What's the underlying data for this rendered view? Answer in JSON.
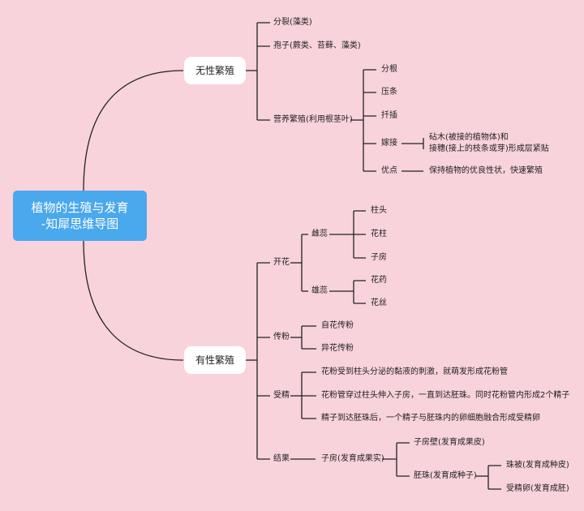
{
  "root": {
    "line1": "植物的生殖与发育",
    "line2": "-知犀思维导图"
  },
  "asexual": {
    "label": "无性繁殖",
    "fission": "分裂(藻类)",
    "spore": "孢子(蕨类、苔藓、藻类)",
    "vegetative": {
      "label": "营养繁殖(利用根茎叶)",
      "items": [
        "分根",
        "压条",
        "扦插",
        "嫁接",
        "优点"
      ],
      "graft_note_1": "砧木(被接的植物体)和",
      "graft_note_2": "接穗(接上的枝条或芽)形成层紧贴",
      "advantage_note": "保持植物的优良性状，快速繁殖"
    }
  },
  "sexual": {
    "label": "有性繁殖",
    "flowering": {
      "label": "开花",
      "pistil": {
        "label": "雌蕊",
        "items": [
          "柱头",
          "花柱",
          "子房"
        ]
      },
      "stamen": {
        "label": "雄蕊",
        "items": [
          "花药",
          "花丝"
        ]
      }
    },
    "pollination": {
      "label": "传粉",
      "items": [
        "自花传粉",
        "异花传粉"
      ]
    },
    "fertilization": {
      "label": "受精",
      "steps": [
        "花粉受到柱头分泌的黏液的刺激，就萌发形成花粉管",
        "花粉管穿过柱头伸入子房，一直到达胚珠。同时花粉管内形成2个精子",
        "精子到达胚珠后，一个精子与胚珠内的卵细胞融合形成受精卵"
      ]
    },
    "fruiting": {
      "label": "结果",
      "ovary": "子房(发育成果实)",
      "ovary_wall": "子房壁(发育成果皮)",
      "ovule": "胚珠(发育成种子)",
      "integument": "珠被(发育成种皮)",
      "zygote": "受精卵(发育成胚)"
    }
  },
  "colors": {
    "background": "#f8d3dc",
    "root": "#4aa8ec",
    "line": "#222222"
  }
}
